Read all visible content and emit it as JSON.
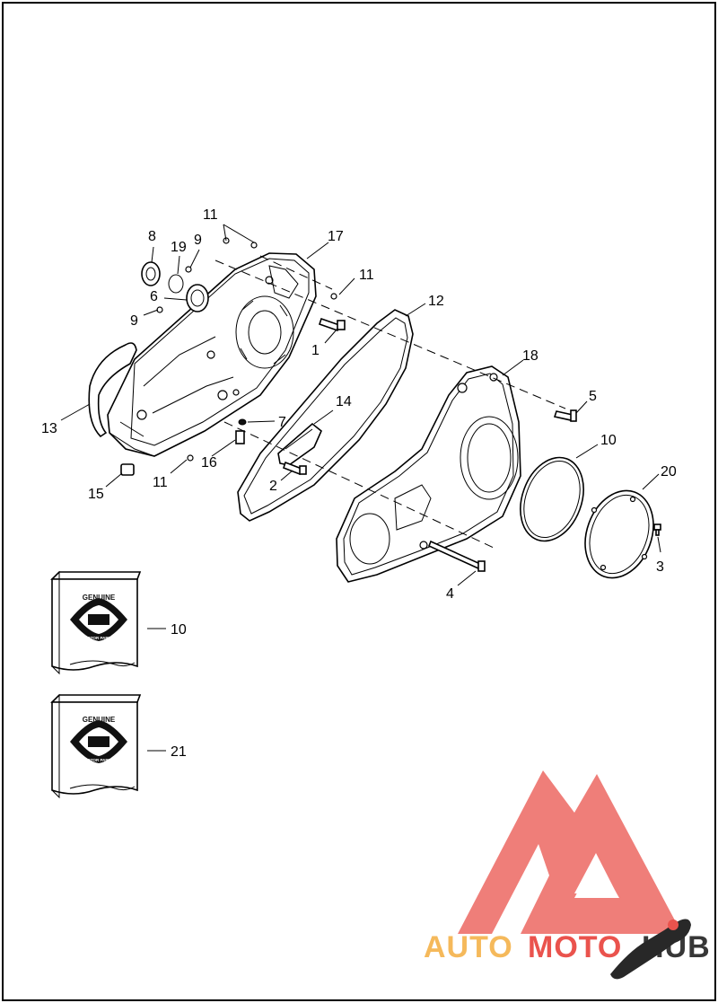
{
  "callouts": [
    "1",
    "2",
    "3",
    "4",
    "5",
    "6",
    "7",
    "8",
    "9",
    "9",
    "10",
    "10",
    "11",
    "11",
    "11",
    "12",
    "13",
    "14",
    "15",
    "16",
    "17",
    "18",
    "19",
    "20",
    "21"
  ],
  "package_labels": {
    "badge_line1": "GENUINE",
    "badge_line2": "MOTOR PARTS"
  },
  "watermark": {
    "text_part1": "AUTO",
    "text_part2": "MOTO",
    "text_part3": "HUB",
    "color_orange": "#f5b24a",
    "color_red": "#e8413a",
    "color_dark": "#222222"
  },
  "colors": {
    "line": "#000000",
    "frame": "#000000",
    "background": "#ffffff"
  }
}
